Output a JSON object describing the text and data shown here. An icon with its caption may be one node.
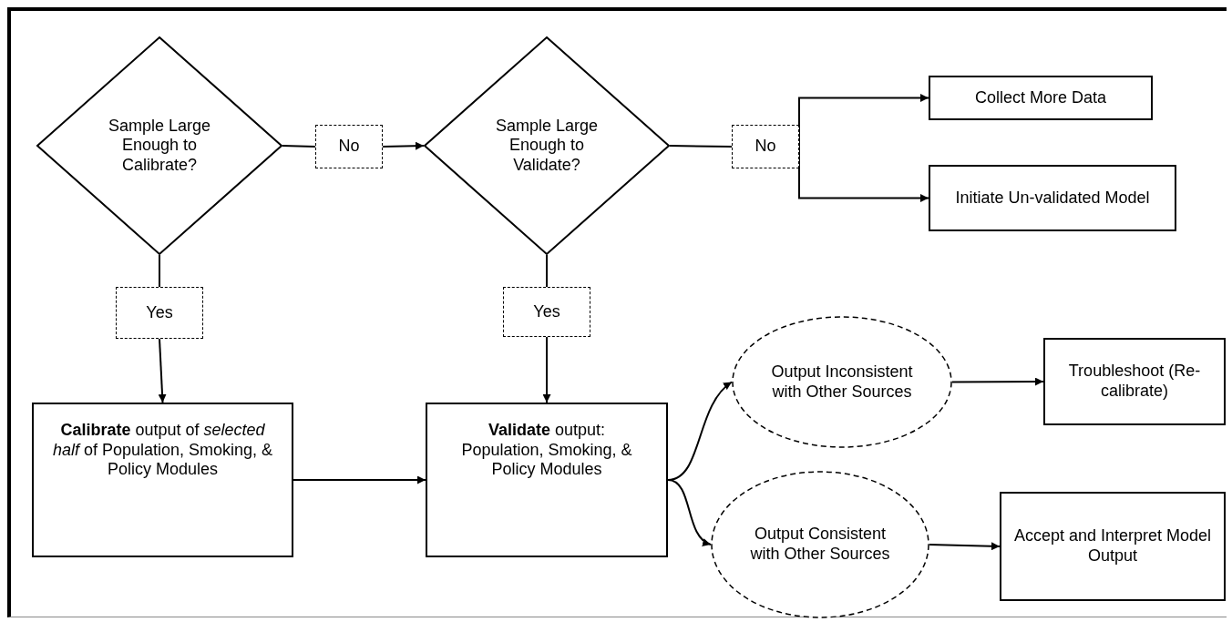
{
  "diagram": {
    "nodes": [
      {
        "text": [
          "Sample Large Enough to Calibrate?"
        ]
      },
      {
        "text": [
          "No"
        ]
      },
      {
        "text": [
          "Sample Large Enough to Validate?"
        ]
      },
      {
        "text": [
          "No"
        ]
      },
      {
        "text": [
          "Collect More Data"
        ]
      },
      {
        "text": [
          "Initiate Un-validated Model"
        ]
      },
      {
        "text": [
          "Yes"
        ]
      },
      {
        "text": [
          "Yes"
        ]
      },
      {
        "text": [
          "**Calibrate** output of *selected half* of Population, Smoking, & Policy Modules"
        ]
      },
      {
        "text": [
          "**Validate** output: Population, Smoking, & Policy Modules"
        ]
      },
      {
        "text": [
          "Output Inconsistent with Other Sources"
        ]
      },
      {
        "text": [
          "Troubleshoot (Re-calibrate)"
        ]
      },
      {
        "text": [
          "Output Consistent with Other Sources"
        ]
      },
      {
        "text": [
          "Accept and Interpret Model Output"
        ]
      }
    ],
    "edges": [
      {
        "from": 0,
        "to": 1,
        "arrow": "none"
      },
      {
        "from": 1,
        "to": 2,
        "arrow": "to"
      },
      {
        "from": 2,
        "to": 3,
        "arrow": "none"
      },
      {
        "from": 3,
        "to": 4,
        "arrow": "to"
      },
      {
        "from": 3,
        "to": 5,
        "arrow": "to"
      },
      {
        "from": 0,
        "to": 6,
        "arrow": "none"
      },
      {
        "from": 6,
        "to": 8,
        "arrow": "to"
      },
      {
        "from": 2,
        "to": 7,
        "arrow": "none"
      },
      {
        "from": 7,
        "to": 9,
        "arrow": "to"
      },
      {
        "from": 8,
        "to": 9,
        "arrow": "to"
      },
      {
        "from": 9,
        "to": 10,
        "arrow": "to"
      },
      {
        "from": 9,
        "to": 12,
        "arrow": "to"
      },
      {
        "from": 10,
        "to": 11,
        "arrow": "to"
      },
      {
        "from": 12,
        "to": 13,
        "arrow": "to"
      }
    ]
  }
}
